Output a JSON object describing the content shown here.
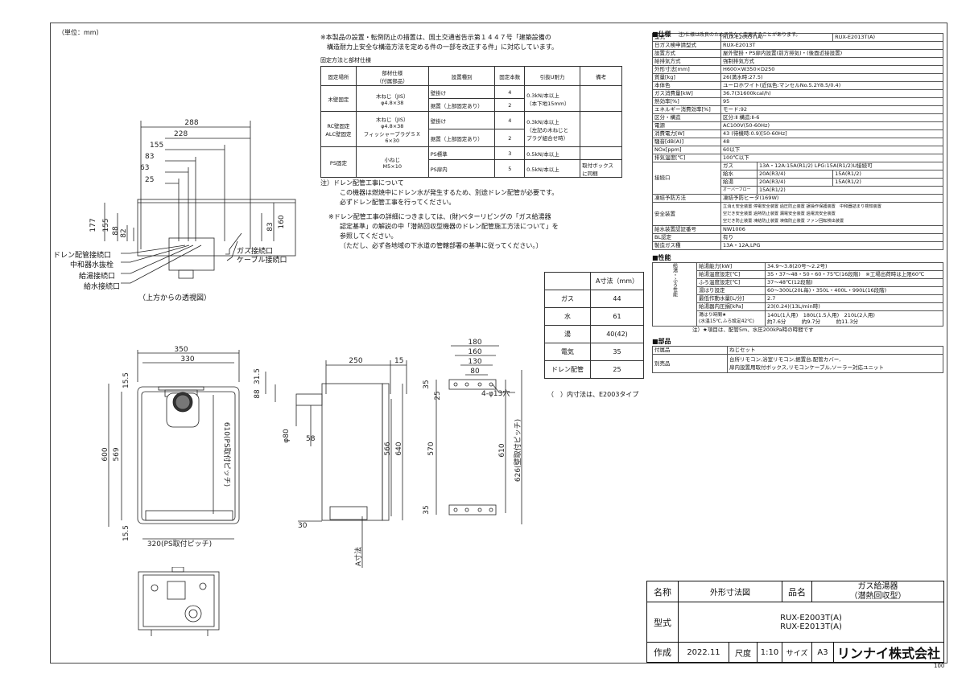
{
  "unit_note": "（単位：mm）",
  "install_note": [
    "※本製品の設置・転倒防止の措置は、国土交通省告示第１４４７号「建築設備の",
    "　構造耐力上安全な構造方法を定める件の一部を改正する件」に対応しています。"
  ],
  "fix_table": {
    "title": "固定方法と部材仕様",
    "headers": [
      "固定場所",
      "部材仕様\n（付属部品）",
      "設置種別",
      "固定本数",
      "引抜U耐力",
      "備考"
    ],
    "rows": [
      {
        "place": "木壁固定",
        "part": "木ねじ（JIS）\nφ4.8×38",
        "type": "壁掛け",
        "count": "4",
        "force": "0.3kN/本以上\n（本下地15mm）",
        "note": ""
      },
      {
        "place": "",
        "part": "",
        "type": "据置（上部固定あり）",
        "count": "2",
        "force": "",
        "note": ""
      },
      {
        "place": "RC壁固定\nALC壁固定",
        "part": "木ねじ（JIS）\nφ4.8×38\nフィッシャープラグＳＸ\n6×30",
        "type": "壁掛け",
        "count": "4",
        "force": "0.3kN/本以上\n（左記の木ねじと\nプラグ組合せ時）",
        "note": ""
      },
      {
        "place": "",
        "part": "",
        "type": "据置（上部固定あり）",
        "count": "2",
        "force": "",
        "note": ""
      },
      {
        "place": "PS固定",
        "part": "小ねじ\nM5×10",
        "type": "PS標準",
        "count": "3",
        "force": "0.5kN/本以上",
        "note": ""
      },
      {
        "place": "",
        "part": "",
        "type": "PS扉内",
        "count": "5",
        "force": "0.5kN/本以上",
        "note": "取付ボックス\nに同梱"
      }
    ]
  },
  "drain_note": [
    "注）ドレン配管工事について",
    "この機器は燃焼中にドレン水が発生するため、別途ドレン配管が必要です。",
    "必ずドレン配管工事を行ってください。",
    "※ドレン配管工事の詳細につきましては、(財)ベターリビングの「ガス給湯器",
    "認定基準」の解説の中「潜熱回収型機器のドレン配管施工方法について」を",
    "参照してください。",
    "〔ただし、必ず各地域の下水道の管轄部署の基準に従ってください。〕"
  ],
  "top_view": {
    "dims": [
      "288",
      "228",
      "155",
      "83",
      "63",
      "25",
      "177",
      "155",
      "88",
      "82",
      "160",
      "83"
    ],
    "labels": [
      "ガス接続口",
      "ケーブル接続口",
      "ドレン配管接続口",
      "中和器水抜栓",
      "給湯接続口",
      "給水接続口"
    ],
    "caption": "（上方からの透視図）"
  },
  "front_view": {
    "dims": [
      "350",
      "330",
      "15.5",
      "600",
      "569",
      "610(PS取付ピッチ)",
      "15.5",
      "320(PS取付ピッチ)"
    ]
  },
  "side_view": {
    "dims": [
      "250",
      "15",
      "31.5",
      "88",
      "φ80",
      "58",
      "566",
      "640",
      "30",
      "A寸法"
    ]
  },
  "bracket_view": {
    "dims": [
      "180",
      "160",
      "130",
      "80",
      "35",
      "25",
      "570",
      "610",
      "626(壁取付ピッチ)",
      "35",
      "4-φ13穴"
    ]
  },
  "a_table": {
    "header": "A寸法（mm）",
    "rows": [
      [
        "ガス",
        "44"
      ],
      [
        "水",
        "61"
      ],
      [
        "湯",
        "40(42)"
      ],
      [
        "電気",
        "35"
      ],
      [
        "ドレン配管",
        "25"
      ]
    ],
    "footnote": "（　）内寸法は、E2003タイプ"
  },
  "spec": {
    "title": "■仕様",
    "title_note": "注)仕様は改良のため予告なく変更することがあります。",
    "rows": [
      [
        "型式",
        "RUX-E2003T(A)",
        "RUX-E2013T(A)"
      ],
      [
        "日ガス検申請型式",
        "RUX-E2013T",
        ""
      ],
      [
        "設置方式",
        "屋外壁掛・PS扉内設置(前方排気)・(後面近接設置)",
        ""
      ],
      [
        "給排気方式",
        "強制排気方式",
        ""
      ],
      [
        "外形寸法[mm]",
        "H600×W350×D250",
        ""
      ],
      [
        "質量[kg]",
        "26(満水時:27.5)",
        ""
      ],
      [
        "本体色",
        "ユーロホワイト(近似色:マンセルNo.5.2Y8.5/0.4)",
        ""
      ],
      [
        "ガス消費量[kW]",
        "36.7(31600kcal/h)",
        ""
      ],
      [
        "熱効率[%]",
        "95",
        ""
      ],
      [
        "エネルギー消費効率[%]",
        "モード:92",
        ""
      ],
      [
        "区分・構造",
        "区分:Ⅱ 構造:Ⅱ-6",
        ""
      ],
      [
        "電源",
        "AC100V(50-60Hz)",
        ""
      ],
      [
        "消費電力[W]",
        "43 (待機時:0.9)[50-60Hz]",
        ""
      ],
      [
        "騒音[dB(A)]",
        "48",
        ""
      ],
      [
        "NOx[ppm]",
        "60以下",
        ""
      ],
      [
        "排気温度[℃]",
        "100℃以下",
        ""
      ]
    ],
    "connect_label": "接続口",
    "connect_rows": [
      [
        "ガス",
        "13A・12A:15A(R1/2) LPG:15A(R1/2)U接続可",
        ""
      ],
      [
        "給水",
        "20A(R3/4)",
        "15A(R1/2)"
      ],
      [
        "給湯",
        "20A(R3/4)",
        "15A(R1/2)"
      ],
      [
        "オーバーフロー",
        "15A(R1/2)",
        ""
      ]
    ],
    "freeze": [
      "凍結予防方法",
      "凍結予防ヒータ(169W)"
    ],
    "safety_label": "安全装置",
    "safety_lines": [
      "立消え安全装置 停電安全装置 過圧防止装置 誤操作保護装置　中和器詰まり検知装置",
      "空だき安全装置 過熱防止装置 漏電安全装置 過電流安全装置",
      "空だき防止装置 凍結防止装置 凍傷防止装置 ファン回転検出装置"
    ],
    "tail_rows": [
      [
        "給水装置認証番号",
        "NW1006"
      ],
      [
        "BL認定",
        "有り"
      ],
      [
        "製造ガス種",
        "13A・12A,LPG"
      ]
    ]
  },
  "perf": {
    "title": "■性能",
    "side_label": "給湯・ふろ性能",
    "rows": [
      [
        "給湯能力[kW]",
        "34.9～3.8(20号～2.2号)"
      ],
      [
        "給湯温度設定[℃]",
        "35・37～48・50・60・75℃(16段階)　※工場出荷時は上限60℃"
      ],
      [
        "ふろ温度設定[℃]",
        "37～48℃(12段階)"
      ],
      [
        "湯はり設定",
        "60～300L(20L毎)・350L・400L・990L(16段階)"
      ],
      [
        "最低作動水量[L/分]",
        "2.7"
      ],
      [
        "給湯器内圧損[kPa]",
        "23(0.24)(13L/min時)"
      ],
      [
        "湯はり時間★\n(水温15℃,ふろ設定42℃)",
        "140L(1人用)　180L(1.5人用)　210L(2人用)\n約7.6分　　　約9.7分　　　約11.3分"
      ]
    ],
    "note": "注）★項目は、配管5m、水圧200kPa時の時間です"
  },
  "parts": {
    "title": "■部品",
    "rows": [
      [
        "付属品",
        "ねじセット"
      ],
      [
        "別売品",
        "台所リモコン,浴室リモコン,据置台,配管カバー,\n扉内設置用取付ボックス,リモコンケーブル,ソーラー対応ユニット"
      ]
    ]
  },
  "title_block": {
    "name_label": "名称",
    "name_value": "外形寸法図",
    "product_label": "品名",
    "product_value": "ガス給湯器\n（潜熱回収型）",
    "model_label": "型式",
    "model_values": [
      "RUX-E2003T(A)",
      "RUX-E2013T(A)"
    ],
    "made_label": "作成",
    "made_value": "2022.11",
    "scale_label": "尺度",
    "scale_value": "1:10",
    "size_label": "サイズ",
    "size_value": "A3",
    "company": "リンナイ株式会社",
    "page_no": "100"
  }
}
